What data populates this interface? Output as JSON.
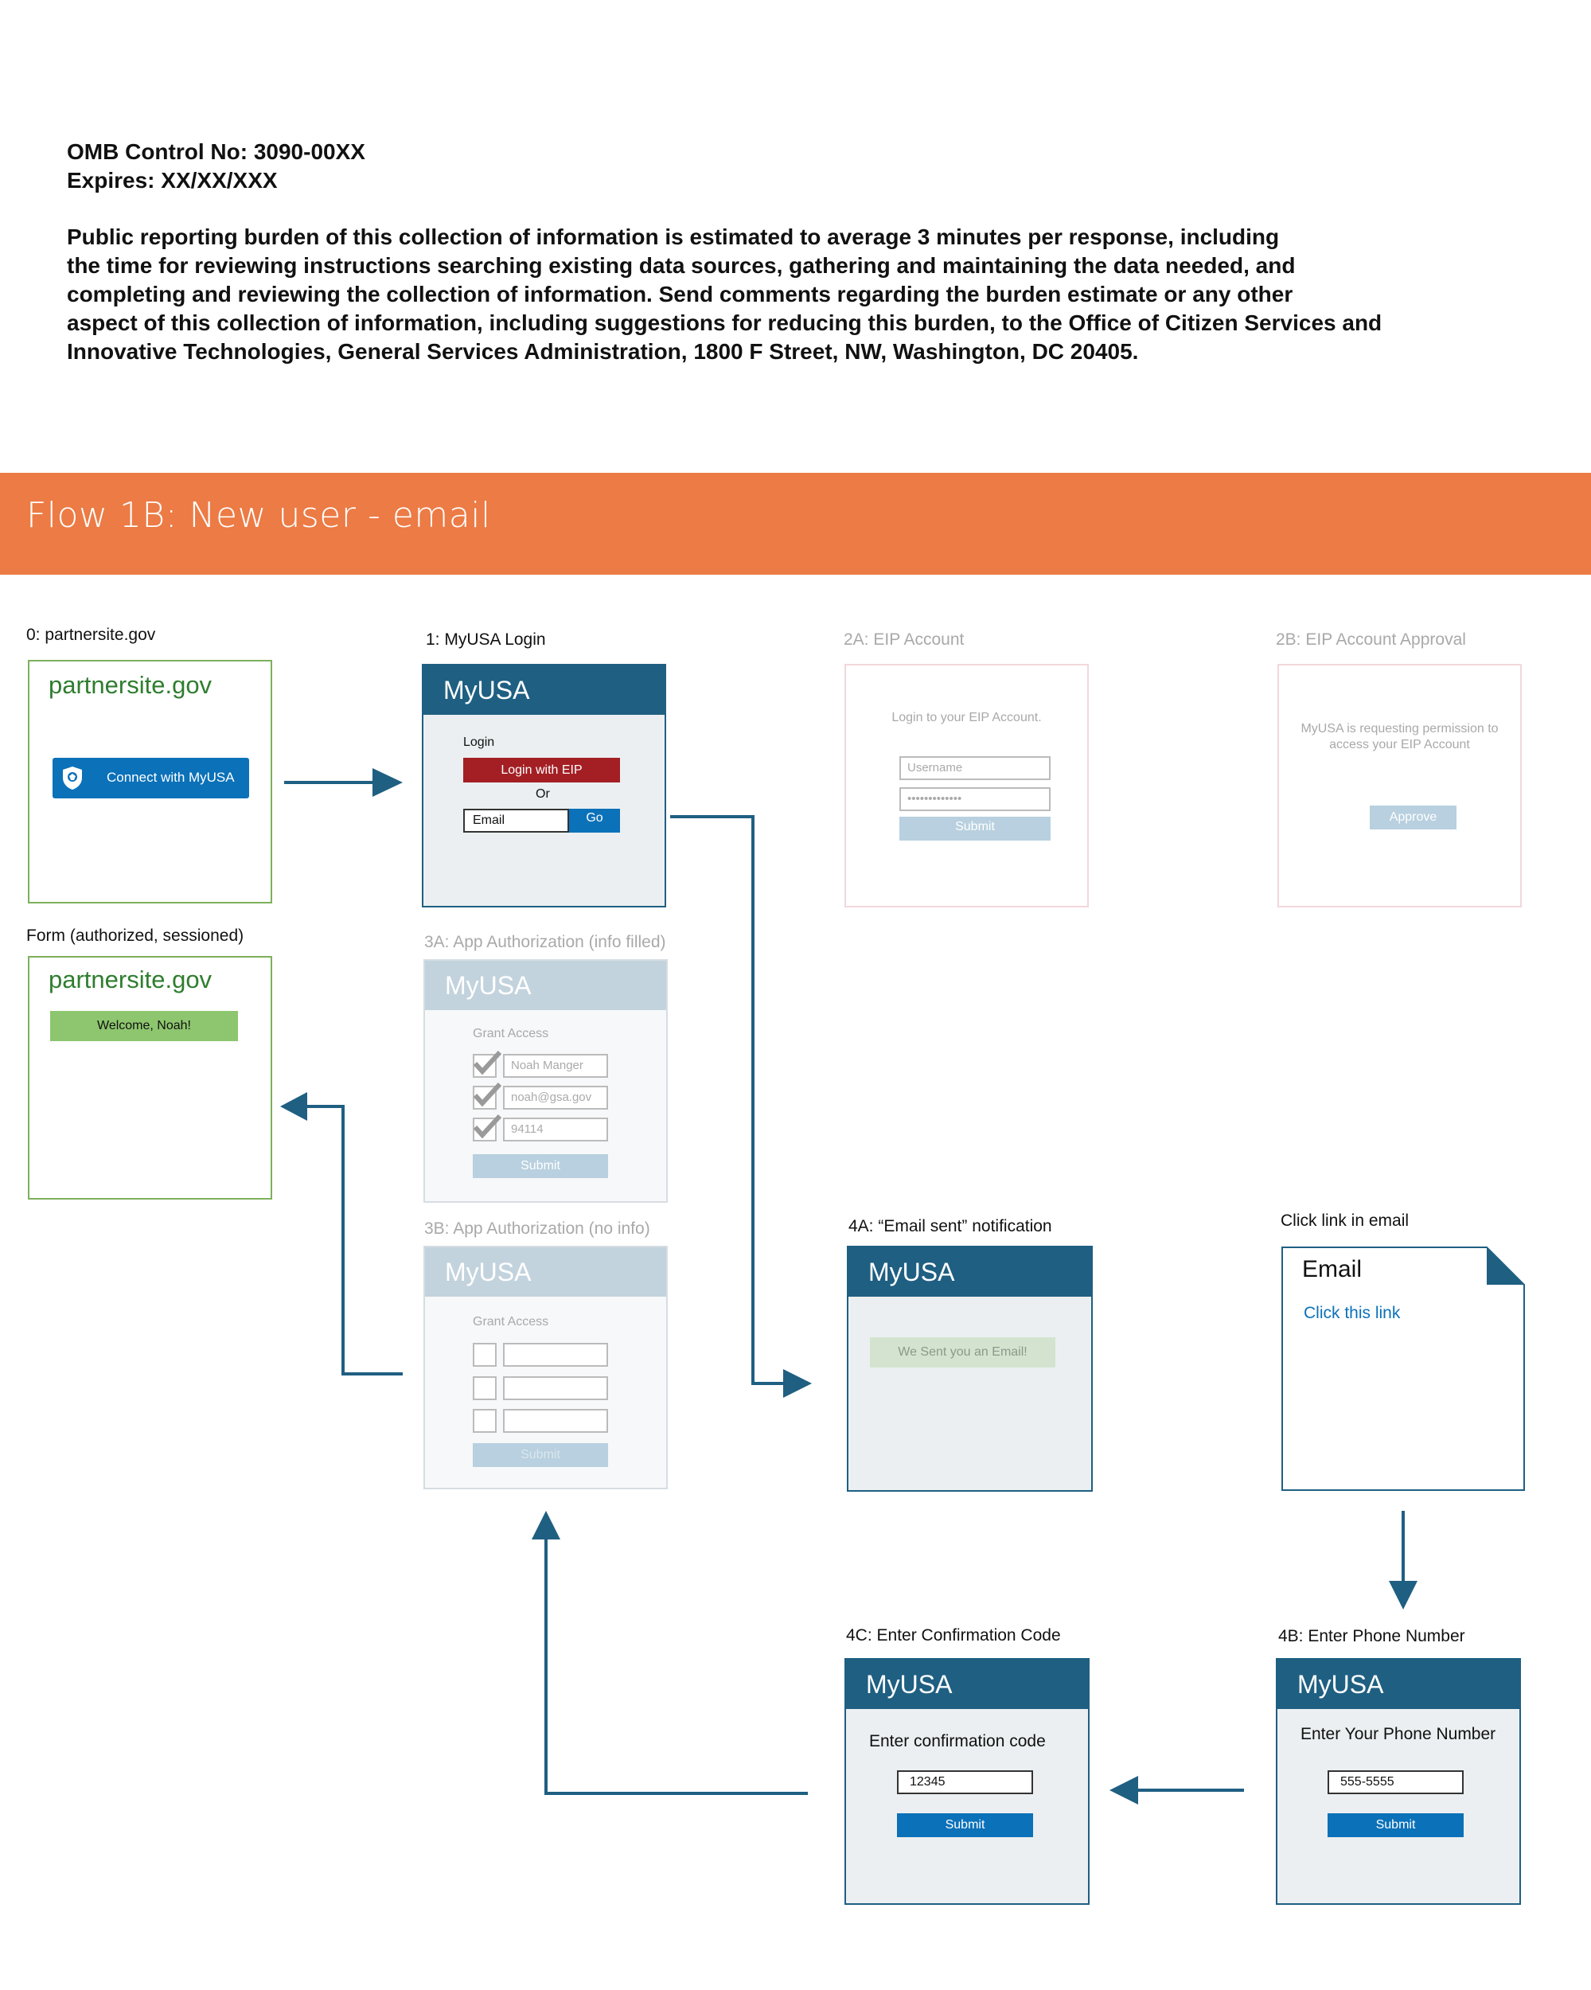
{
  "header": {
    "omb_control": "OMB Control No: 3090-00XX",
    "expires": "Expires: XX/XX/XXX",
    "burden_lines": [
      "Public reporting burden of this collection of information is estimated to average 3 minutes per response, including",
      "the time for reviewing instructions searching existing data sources, gathering and maintaining the data needed, and",
      "completing and reviewing the collection of information. Send comments regarding the burden estimate or any other",
      "aspect of this collection of information, including suggestions for reducing this burden, to the Office of Citizen Services and",
      "Innovative Technologies, General Services Administration, 1800 F Street, NW, Washington, DC 20405."
    ]
  },
  "banner": {
    "title": "Flow 1B: New user - email",
    "color": "#ec7b45"
  },
  "screens": {
    "s0": {
      "label": "0: partnersite.gov",
      "site": "partnersite.gov",
      "button": "Connect with MyUSA"
    },
    "form": {
      "label": "Form (authorized, sessioned)",
      "site": "partnersite.gov",
      "welcome": "Welcome, Noah!"
    },
    "s1": {
      "label": "1: MyUSA Login",
      "brand": "MyUSA",
      "login_heading": "Login",
      "eip_button": "Login with EIP",
      "or": "Or",
      "email_value": "Email",
      "go": "Go"
    },
    "s2a": {
      "label": "2A: EIP Account",
      "prompt": "Login to your EIP Account.",
      "username_placeholder": "Username",
      "password_placeholder": "•••••••••••••",
      "submit": "Submit"
    },
    "s2b": {
      "label": "2B: EIP Account Approval",
      "prompt_line1": "MyUSA is requesting permission to",
      "prompt_line2": "access your EIP Account",
      "approve": "Approve"
    },
    "s3a": {
      "label": "3A: App Authorization (info filled)",
      "brand": "MyUSA",
      "grant": "Grant Access",
      "fields": [
        "Noah Manger",
        "noah@gsa.gov",
        "94114"
      ],
      "submit": "Submit"
    },
    "s3b": {
      "label": "3B: App Authorization (no info)",
      "brand": "MyUSA",
      "grant": "Grant Access",
      "submit": "Submit"
    },
    "s4a": {
      "label": "4A: “Email sent” notification",
      "brand": "MyUSA",
      "message": "We Sent you an Email!"
    },
    "email": {
      "label": "Click link in email",
      "title": "Email",
      "link": "Click this link"
    },
    "s4b": {
      "label": "4B: Enter Phone Number",
      "brand": "MyUSA",
      "prompt": "Enter Your Phone Number",
      "value": "555-5555",
      "submit": "Submit"
    },
    "s4c": {
      "label": "4C: Enter Confirmation Code",
      "brand": "MyUSA",
      "prompt": "Enter confirmation code",
      "value": "12345",
      "submit": "Submit"
    }
  },
  "colors": {
    "myusa_blue": "#1f5f82",
    "partner_green": "#2f7d2f",
    "eip_red": "#a31f24",
    "button_blue": "#0b71b9"
  }
}
